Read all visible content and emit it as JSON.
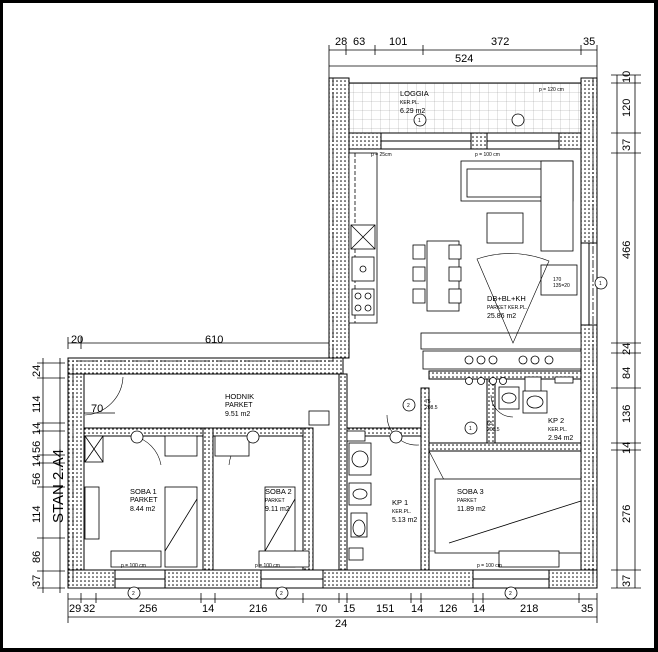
{
  "plan": {
    "title": "STAN 2.A4",
    "rooms": [
      {
        "name": "LOGGIA",
        "floor": "KER.PL.",
        "area": "6.29 m2"
      },
      {
        "name": "DB+BL+KH",
        "floor": "PARKET KER.PL.",
        "area": "25.86 m2"
      },
      {
        "name": "HODNIK",
        "floor": "PARKET",
        "area": "9.51   m2"
      },
      {
        "name": "SOBA 1",
        "floor": "PARKET",
        "area": "8.44   m2"
      },
      {
        "name": "SOBA 2",
        "floor": "PARKET",
        "area": "9.11   m2"
      },
      {
        "name": "KP 1",
        "floor": "KER.PL.",
        "area": "5.13 m2"
      },
      {
        "name": "SOBA 3",
        "floor": "PARKET",
        "area": "11.89 m2"
      },
      {
        "name": "KP 2",
        "floor": "KER.PL.",
        "area": "2.94 m2"
      }
    ],
    "dims_top": [
      "28",
      "63",
      "101",
      "372",
      "35"
    ],
    "dim_top_total": "524",
    "dims_right": [
      "10",
      "120",
      "37",
      "466",
      "24",
      "84",
      "136",
      "14",
      "276",
      "37"
    ],
    "dims_bottom": [
      "29",
      "32",
      "256",
      "14",
      "216",
      "70",
      "15",
      "151",
      "14",
      "126",
      "14",
      "218",
      "35"
    ],
    "dim_bottom_sub": "24",
    "dims_left": [
      "24",
      "114",
      "14",
      "56",
      "14",
      "56",
      "114",
      "86",
      "37"
    ],
    "dim_upper_left": [
      "20",
      "610"
    ],
    "dim_entry": "70",
    "markers": [
      "1",
      "2",
      "1",
      "1",
      "2",
      "2",
      "2"
    ],
    "notes": {
      "loggia_p": "p = 120 cm",
      "p25": "p = 25cm",
      "p100": "p = 100 cm",
      "p100b": "p = 100 cm",
      "p100c": "p = 100 cm",
      "p100d": "p = 100 cm",
      "door_dbblkh": "170\n135=20",
      "door_75": "75\n208.5",
      "door_65": "65\n208.5"
    }
  }
}
